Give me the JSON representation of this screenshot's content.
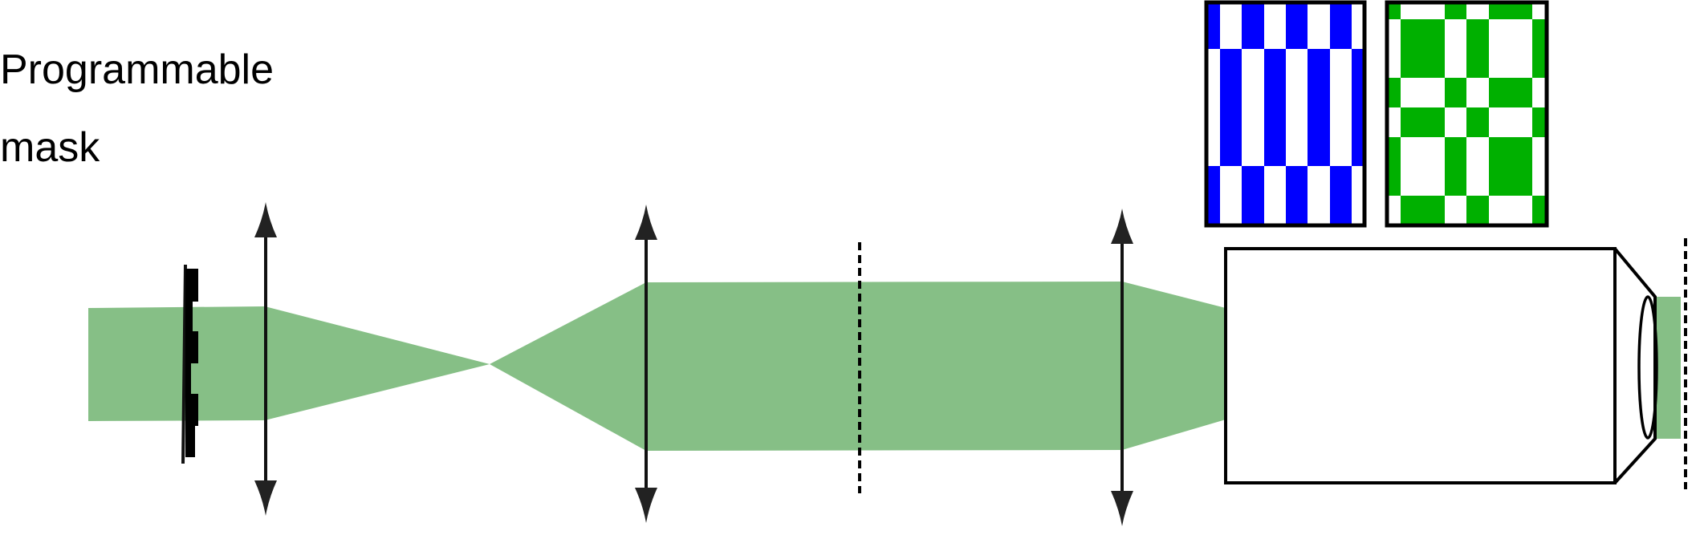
{
  "label": {
    "line1": "Programmable",
    "line2": "mask"
  },
  "colors": {
    "beam": "#86bf86",
    "mask_blue": "#0000ff",
    "mask_green": "#00b000",
    "line": "#000000"
  },
  "mask_patterns": {
    "blue": [
      [
        1,
        0,
        1,
        0,
        1,
        0,
        1,
        0
      ],
      [
        0,
        1,
        0,
        1,
        0,
        1,
        0,
        1
      ],
      [
        1,
        0,
        1,
        0,
        1,
        0,
        1,
        0
      ]
    ],
    "green": [
      [
        1,
        0,
        1,
        0,
        1,
        0
      ],
      [
        0,
        1,
        0,
        1,
        0,
        1
      ],
      [
        1,
        0,
        1,
        0,
        1,
        0
      ],
      [
        0,
        1,
        0,
        1,
        0,
        1
      ],
      [
        1,
        0,
        1,
        0,
        1,
        0
      ],
      [
        0,
        1,
        0,
        1,
        0,
        1
      ]
    ]
  }
}
